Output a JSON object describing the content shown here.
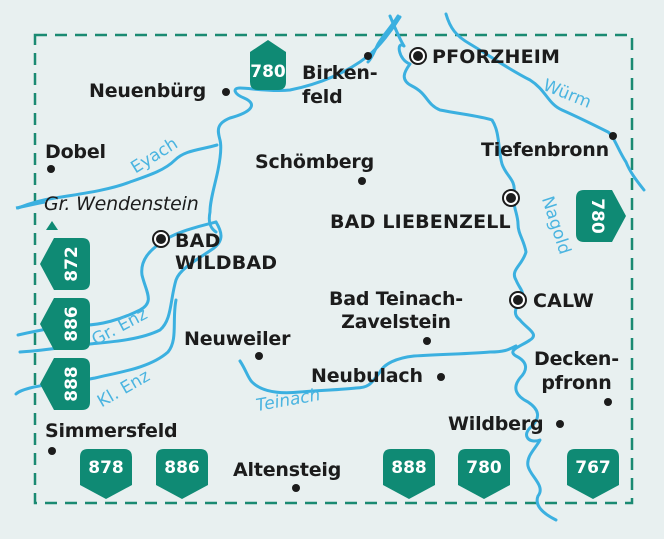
{
  "colors": {
    "background": "#e8f0f0",
    "border": "#1a8a72",
    "route_shield": "#0f8a74",
    "river": "#3bb0e0",
    "river_label": "#4ab4e0",
    "text": "#1c1c1c"
  },
  "places": [
    {
      "name": "Neuenbürg",
      "type": "town"
    },
    {
      "name": "Birken-\nfeld",
      "type": "town"
    },
    {
      "name": "PFORZHEIM",
      "type": "city"
    },
    {
      "name": "Dobel",
      "type": "town"
    },
    {
      "name": "Schömberg",
      "type": "town"
    },
    {
      "name": "Tiefenbronn",
      "type": "town"
    },
    {
      "name": "Gr. Wendenstein",
      "type": "peak"
    },
    {
      "name": "BAD\nWILDBAD",
      "type": "city"
    },
    {
      "name": "BAD LIEBENZELL",
      "type": "city"
    },
    {
      "name": "Bad Teinach-\nZavelstein",
      "type": "town"
    },
    {
      "name": "CALW",
      "type": "city"
    },
    {
      "name": "Neuweiler",
      "type": "town"
    },
    {
      "name": "Neubulach",
      "type": "town"
    },
    {
      "name": "Decken-\npfronn",
      "type": "town"
    },
    {
      "name": "Wildberg",
      "type": "town"
    },
    {
      "name": "Simmersfeld",
      "type": "town"
    },
    {
      "name": "Altensteig",
      "type": "town"
    }
  ],
  "rivers": [
    {
      "name": "Eyach"
    },
    {
      "name": "Würm"
    },
    {
      "name": "Nagold"
    },
    {
      "name": "Gr. Enz"
    },
    {
      "name": "Kl. Enz"
    },
    {
      "name": "Teinach"
    }
  ],
  "adjacent_map_shields": {
    "top": [
      "780"
    ],
    "right": [
      "780"
    ],
    "left": [
      "872",
      "886",
      "888"
    ],
    "bottom": [
      "878",
      "886",
      "888",
      "780",
      "767"
    ]
  }
}
